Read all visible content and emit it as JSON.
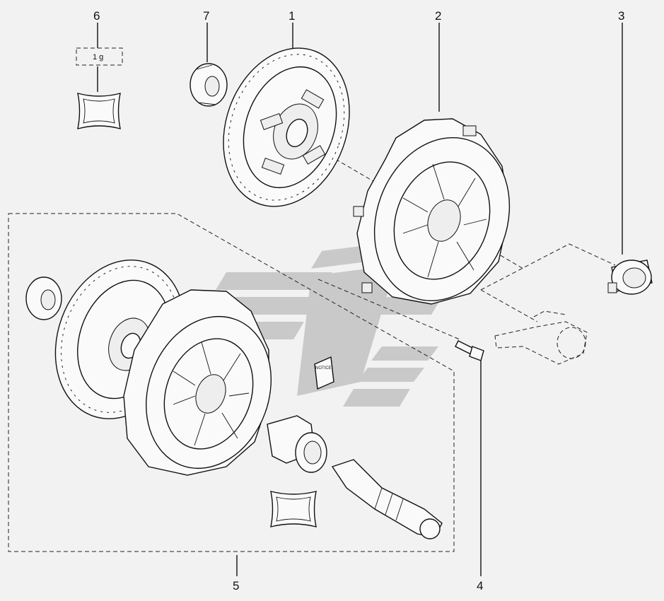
{
  "callouts": {
    "c1": "1",
    "c2": "2",
    "c3": "3",
    "c4": "4",
    "c5": "5",
    "c6": "6",
    "c7": "7"
  },
  "grease_label": "1 g",
  "notice_label": "NOTICE",
  "colors": {
    "background": "#f2f2f2",
    "line": "#111111",
    "watermark": "#c9c9c9"
  }
}
